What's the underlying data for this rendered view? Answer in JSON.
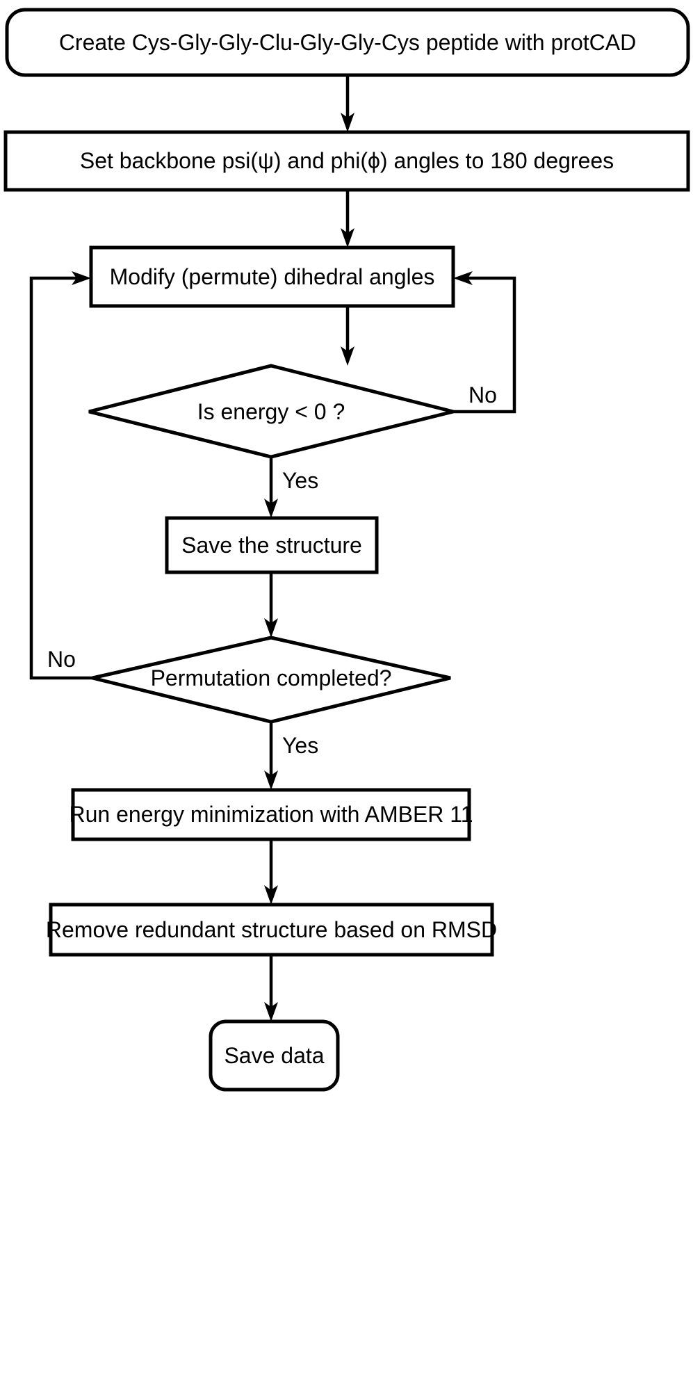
{
  "diagram": {
    "title": "Peptide conformational search workflow flowchart",
    "background_color": "#ffffff",
    "line_color": "#000000",
    "text_color": "#000000",
    "nodes": [
      {
        "id": "start",
        "shape": "rounded-rectangle",
        "label": "Create Cys-Gly-Gly-Clu-Gly-Gly-Cys peptide with protCAD"
      },
      {
        "id": "set-angles",
        "shape": "rectangle",
        "label": "Set backbone psi(ψ) and phi(ϕ) angles to 180 degrees"
      },
      {
        "id": "modify-dihedral",
        "shape": "rectangle",
        "label": "Modify (permute) dihedral angles"
      },
      {
        "id": "energy-decision",
        "shape": "diamond",
        "label": "Is energy < 0 ?"
      },
      {
        "id": "save-structure",
        "shape": "rectangle",
        "label": "Save the structure"
      },
      {
        "id": "permutation-decision",
        "shape": "diamond",
        "label": "Permutation completed?"
      },
      {
        "id": "run-minimization",
        "shape": "rectangle",
        "label": "Run energy minimization with AMBER 11"
      },
      {
        "id": "remove-redundant",
        "shape": "rectangle",
        "label": "Remove redundant structure based on RMSD"
      },
      {
        "id": "save-data",
        "shape": "rounded-rectangle",
        "label": "Save data"
      }
    ],
    "edge_labels": {
      "energy_no": "No",
      "energy_yes": "Yes",
      "permutation_no": "No",
      "permutation_yes": "Yes"
    }
  }
}
